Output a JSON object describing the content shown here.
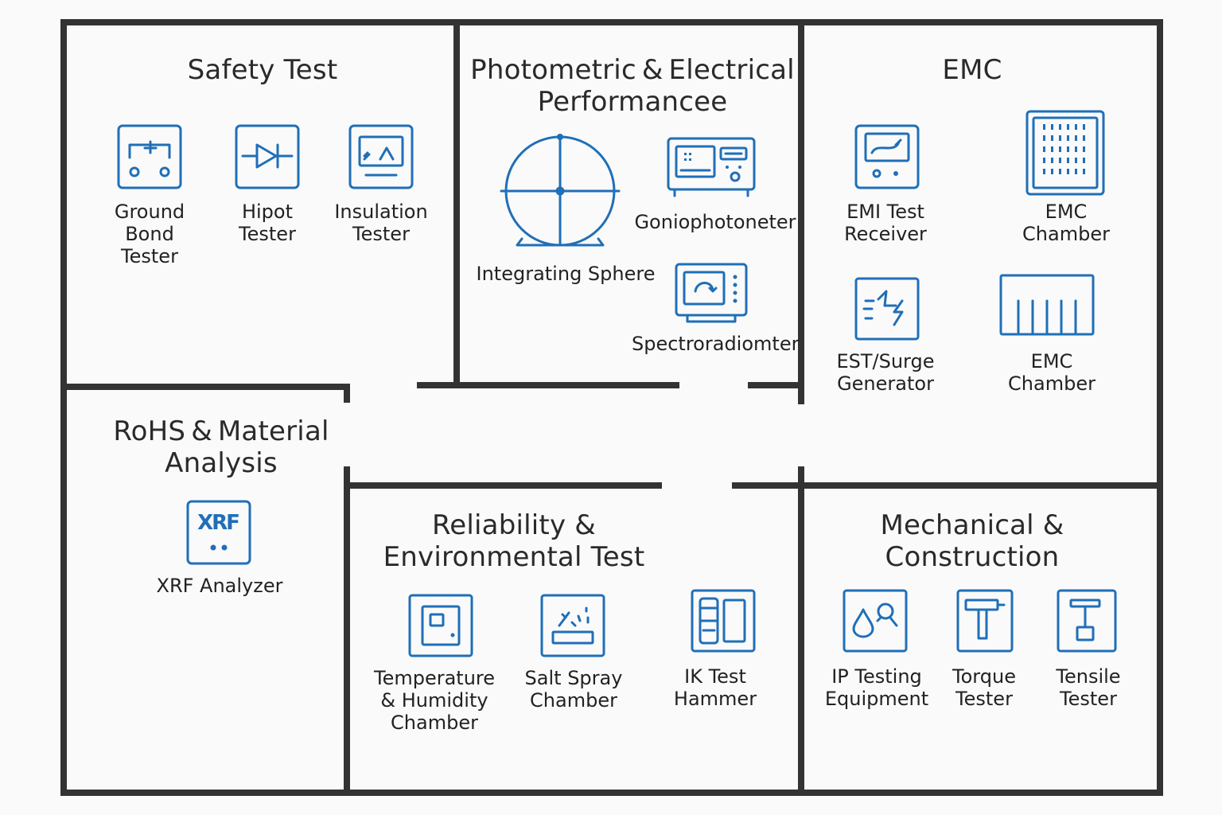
{
  "colors": {
    "wall": "#333333",
    "icon": "#1f6fb8",
    "text": "#2a2a2a",
    "background": "#fafafa"
  },
  "rooms": {
    "safety": {
      "title": "Safety Test",
      "items": {
        "ground_bond": {
          "label": "Ground\nBond\nTester",
          "icon": "ground-bond-tester-icon"
        },
        "hipot": {
          "label": "Hipot\nTester",
          "icon": "diode-icon"
        },
        "insulation": {
          "label": "Insulation\nTester",
          "icon": "insulation-monitor-icon"
        }
      }
    },
    "photometric": {
      "title": "Photometric & Electrical\nPerformancee",
      "items": {
        "sphere": {
          "label": "Integrating Sphere",
          "icon": "integrating-sphere-icon"
        },
        "gonio": {
          "label": "Goniophotoneter",
          "icon": "goniophotometer-icon"
        },
        "spectro": {
          "label": "Spectroradiomter",
          "icon": "spectroradiometer-icon"
        }
      }
    },
    "emc": {
      "title": "EMC",
      "items": {
        "emi": {
          "label": "EMI Test\nReceiver",
          "icon": "emi-receiver-icon"
        },
        "chamber1": {
          "label": "EMC\nChamber",
          "icon": "emc-chamber-grid-icon"
        },
        "surge": {
          "label": "EST/Surge\nGenerator",
          "icon": "surge-generator-icon"
        },
        "chamber2": {
          "label": "EMC\nChamber",
          "icon": "emc-chamber-absorber-icon"
        }
      }
    },
    "rohs": {
      "title": "RoHS & Material\nAnalysis",
      "items": {
        "xrf": {
          "label": "XRF Analyzer",
          "icon": "xrf-icon",
          "icon_text": "XRF"
        }
      }
    },
    "reliability": {
      "title": "Reliability &\nEnvironmental  Test",
      "items": {
        "temp": {
          "label": "Temperature\n& Humidity\nChamber",
          "icon": "climate-chamber-icon"
        },
        "salt": {
          "label": "Salt Spray\nChamber",
          "icon": "salt-spray-icon"
        },
        "ik": {
          "label": "IK Test\nHammer",
          "icon": "ik-hammer-icon"
        }
      }
    },
    "mechanical": {
      "title": "Mechanical &\nConstruction",
      "items": {
        "ip": {
          "label": "IP Testing\nEquipment",
          "icon": "ip-testing-icon"
        },
        "torque": {
          "label": "Torque\nTester",
          "icon": "torque-tester-icon"
        },
        "tensile": {
          "label": "Tensile\nTester",
          "icon": "tensile-tester-icon"
        }
      }
    }
  }
}
